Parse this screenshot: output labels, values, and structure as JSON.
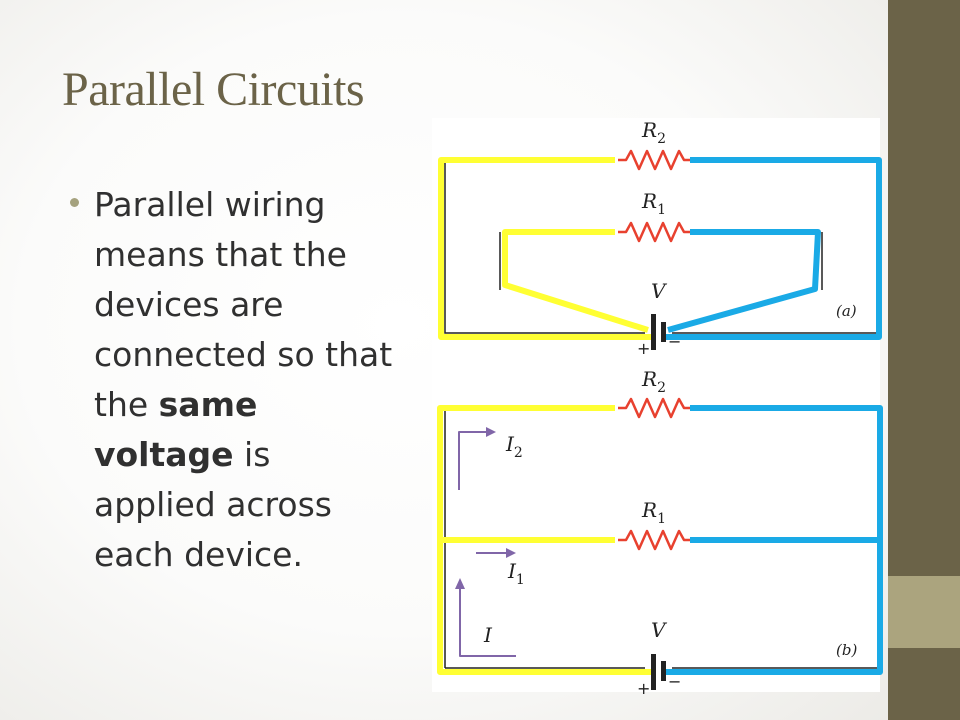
{
  "slide": {
    "title": "Parallel Circuits",
    "bullet": {
      "part1": "Parallel wiring means that the devices are connected so that the ",
      "bold1": "same voltage",
      "part2": " is applied across each device."
    }
  },
  "diagram_a": {
    "r2_label": "R",
    "r2_sub": "2",
    "r1_label": "R",
    "r1_sub": "1",
    "v_label": "V",
    "plus": "+",
    "minus": "−",
    "panel_label": "(a)"
  },
  "diagram_b": {
    "r2_label": "R",
    "r2_sub": "2",
    "r1_label": "R",
    "r1_sub": "1",
    "i2_label": "I",
    "i2_sub": "2",
    "i1_label": "I",
    "i1_sub": "1",
    "i_label": "I",
    "v_label": "V",
    "plus": "+",
    "minus": "−",
    "panel_label": "(b)"
  },
  "colors": {
    "title": "#6b6348",
    "sidebar": "#6b6348",
    "sidebar_accent": "#aba47e",
    "bullet": "#a5a27e",
    "positive_wire": "#ffff33",
    "negative_wire": "#1aaae6",
    "resistor": "#e8412f",
    "arrow": "#8066a8"
  }
}
